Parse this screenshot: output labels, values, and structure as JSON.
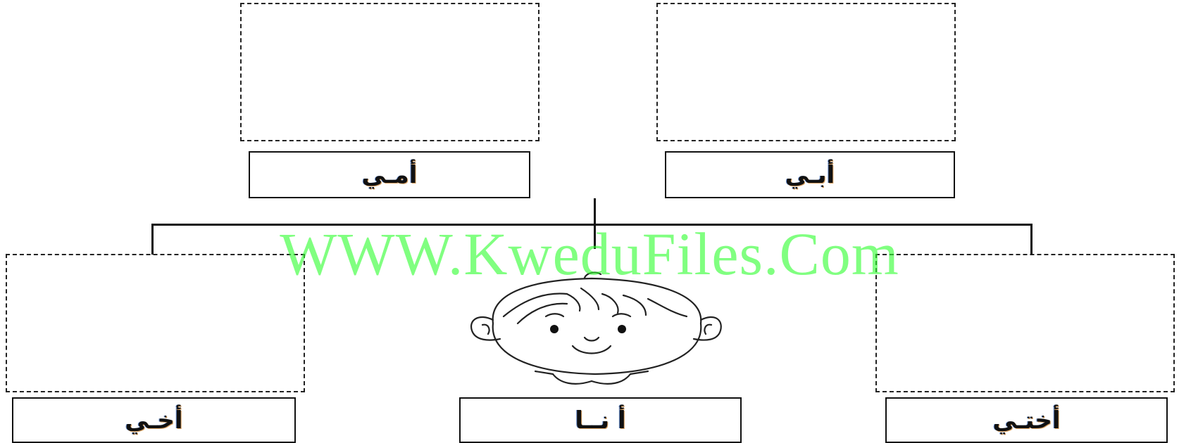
{
  "family_tree": {
    "labels": {
      "mother": "أمـي",
      "father": "أبـي",
      "brother": "أخـي",
      "me": "أ نــا",
      "sister": "أختـي"
    }
  },
  "watermark": {
    "text": "WWW.KweduFiles.Com",
    "color": "#33ff33"
  },
  "illustration": {
    "icon": "boy-face-icon"
  }
}
